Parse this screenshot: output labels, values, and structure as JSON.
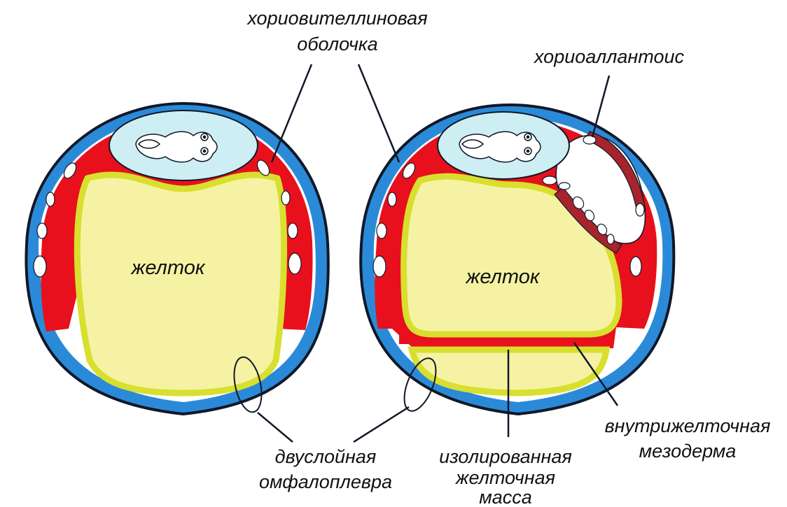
{
  "labels": {
    "chorio_vitelline": [
      "хориовителлиновая",
      "оболочка"
    ],
    "chorioallantois": "хориоаллантоис",
    "yolk_left": "желток",
    "yolk_right": "желток",
    "bilaminar_omphalopleure": [
      "двуслойная",
      "омфалоплевра"
    ],
    "isolated_yolk_mass": [
      "изолированная",
      "желточная",
      "масса"
    ],
    "intravitelline_mesoderm": [
      "внутрижелточная",
      "мезодерма"
    ]
  },
  "colors": {
    "shell_blue": "#2b8ad8",
    "outline": "#101828",
    "vascular_red": "#e8101c",
    "yolk_fill": "#f5f3a3",
    "yolk_border": "#d8df2e",
    "amnion_fill": "#cdeef2",
    "allantois_stripe": "#a8242c"
  }
}
